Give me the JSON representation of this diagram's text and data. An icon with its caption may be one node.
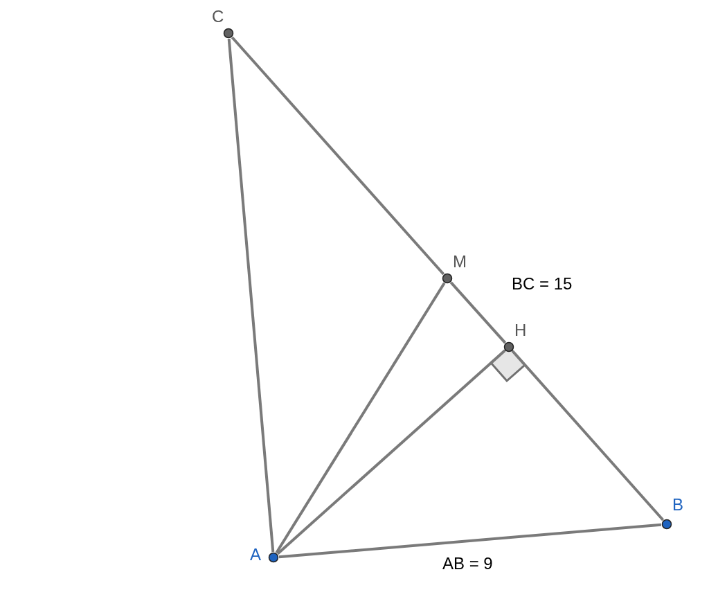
{
  "diagram": {
    "nodes": [
      {
        "text": [
          "C"
        ]
      },
      {
        "text": [
          "M"
        ]
      },
      {
        "text": [
          "H"
        ]
      },
      {
        "text": [
          "A"
        ]
      },
      {
        "text": [
          "B"
        ]
      }
    ],
    "edges": [
      {
        "from": 0,
        "to": 3,
        "arrow": "none"
      },
      {
        "from": 0,
        "to": 1,
        "arrow": "none"
      },
      {
        "from": 1,
        "to": 2,
        "arrow": "none"
      },
      {
        "from": 2,
        "to": 4,
        "arrow": "none"
      },
      {
        "from": 3,
        "to": 4,
        "arrow": "none"
      },
      {
        "from": 3,
        "to": 1,
        "arrow": "none"
      },
      {
        "from": 3,
        "to": 2,
        "arrow": "none"
      }
    ],
    "labels": [
      "BC = 15",
      "AB = 9"
    ]
  }
}
